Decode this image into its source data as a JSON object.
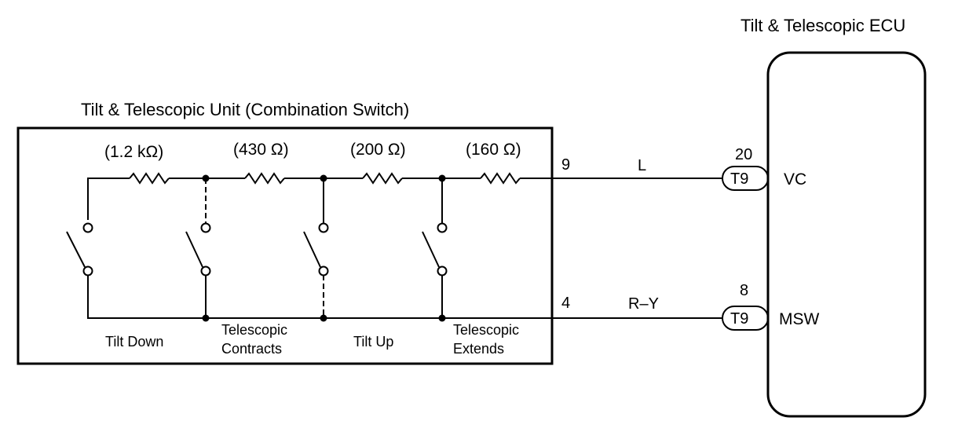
{
  "ecu": {
    "title": "Tilt & Telescopic ECU",
    "connector_top": "T9",
    "pin_top": "20",
    "terminal_top": "VC",
    "connector_bottom": "T9",
    "pin_bottom": "8",
    "terminal_bottom": "MSW"
  },
  "unit": {
    "title": "Tilt & Telescopic Unit (Combination Switch)",
    "resistors": [
      "(1.2 kΩ)",
      "(430 Ω)",
      "(200 Ω)",
      "(160 Ω)"
    ],
    "switch_labels": [
      {
        "line1": "Tilt Down",
        "line2": ""
      },
      {
        "line1": "Telescopic",
        "line2": "Contracts"
      },
      {
        "line1": "Tilt Up",
        "line2": ""
      },
      {
        "line1": "Telescopic",
        "line2": "Extends"
      }
    ],
    "pin_top": "9",
    "pin_bottom": "4"
  },
  "wires": {
    "top_color": "L",
    "bottom_color": "R–Y"
  }
}
